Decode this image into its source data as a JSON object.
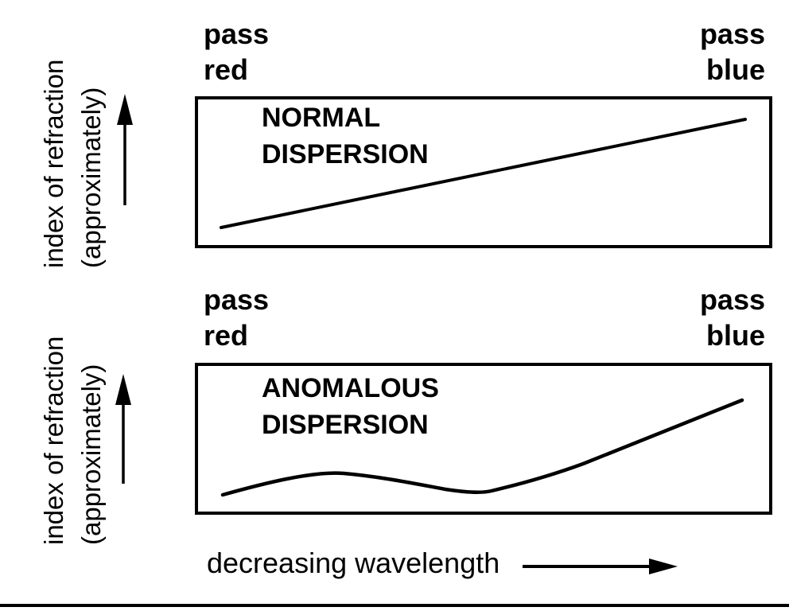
{
  "colors": {
    "ink": "#000000",
    "background": "#ffffff"
  },
  "y_axis": {
    "line1": "index of refraction",
    "line2": "(approximately)"
  },
  "x_axis": {
    "label": "decreasing wavelength"
  },
  "panels": [
    {
      "id": "normal",
      "title_line1": "NORMAL",
      "title_line2": "DISPERSION",
      "left_label_line1": "pass",
      "left_label_line2": "red",
      "right_label_line1": "pass",
      "right_label_line2": "blue"
    },
    {
      "id": "anomalous",
      "title_line1": "ANOMALOUS",
      "title_line2": "DISPERSION",
      "left_label_line1": "pass",
      "left_label_line2": "red",
      "right_label_line1": "pass",
      "right_label_line2": "blue"
    }
  ],
  "icons": {
    "up_arrow": "up-arrow (y axis increases upward)",
    "right_arrow": "right-arrow (wavelength decreases to the right)"
  },
  "chart_data": [
    {
      "type": "line",
      "title": "NORMAL DISPERSION",
      "xlabel": "decreasing wavelength",
      "ylabel": "index of refraction (approximately)",
      "x_start_label": "pass red",
      "x_end_label": "pass blue",
      "axes_numeric": false,
      "grid": false,
      "shape": "single straight line rising steadily from lower-left to upper-right",
      "points_norm_xy": [
        [
          0.05,
          0.14
        ],
        [
          0.95,
          0.85
        ]
      ]
    },
    {
      "type": "line",
      "title": "ANOMALOUS DISPERSION",
      "xlabel": "decreasing wavelength",
      "ylabel": "index of refraction (approximately)",
      "x_start_label": "pass red",
      "x_end_label": "pass blue",
      "axes_numeric": false,
      "grid": false,
      "shape": "rises to a small local maximum, dips to a local minimum, then rises steeply to the right",
      "points_norm_xy": [
        [
          0.05,
          0.13
        ],
        [
          0.26,
          0.28
        ],
        [
          0.51,
          0.15
        ],
        [
          0.67,
          0.34
        ],
        [
          0.95,
          0.75
        ]
      ]
    }
  ]
}
